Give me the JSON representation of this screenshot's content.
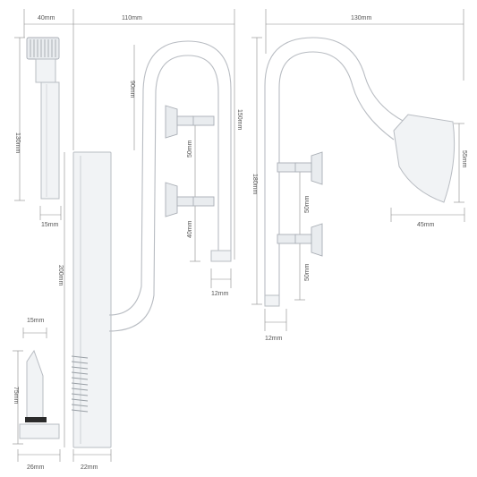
{
  "labels": {
    "inflow_width": "40mm",
    "inflow_reach": "110mm",
    "outflow_reach": "130mm",
    "inflow_height": "130mm",
    "inflow_diameter": "15mm",
    "hook_depth": "90mm",
    "hook_length": "150mm",
    "cup_spacing_a": "50mm",
    "cup_spacing_b": "40mm",
    "pipe_length": "200mm",
    "inflow_tube": "12mm",
    "outflow_length": "180mm",
    "outflow_cup_a": "50mm",
    "outflow_cup_b": "50mm",
    "outflow_tube": "12mm",
    "spout_height": "55mm",
    "spout_width": "45mm",
    "skimmer_top": "15mm",
    "skimmer_height": "75mm",
    "skimmer_base": "26mm",
    "main_pipe_width": "22mm"
  }
}
